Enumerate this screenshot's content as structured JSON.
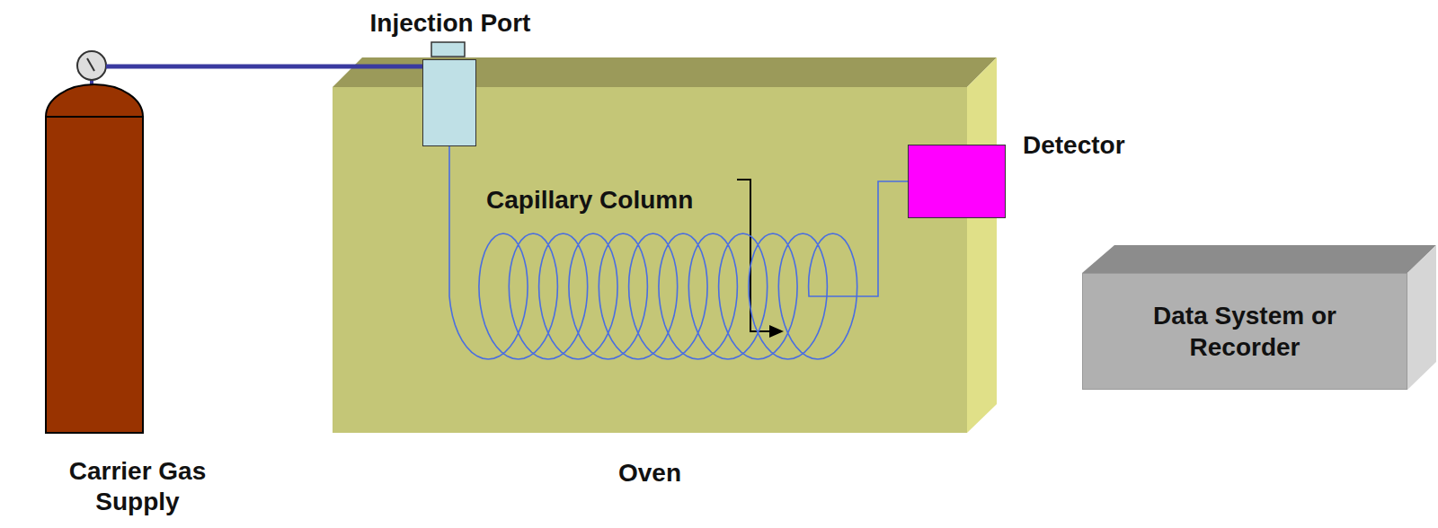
{
  "diagram": {
    "nodes": [
      {
        "text": [
          "Carrier Gas Supply"
        ]
      },
      {
        "text": [
          "Oven"
        ]
      },
      {
        "text": [
          "Injection Port"
        ]
      },
      {
        "text": [
          "Detector"
        ]
      },
      {
        "text": [
          "Data System or Recorder"
        ]
      }
    ],
    "edges": [
      {
        "from": 0,
        "to": 2,
        "arrow": "none"
      },
      {
        "from": 2,
        "to": 3,
        "arrow": "none"
      }
    ],
    "labels": [
      "Capillary Column"
    ]
  }
}
